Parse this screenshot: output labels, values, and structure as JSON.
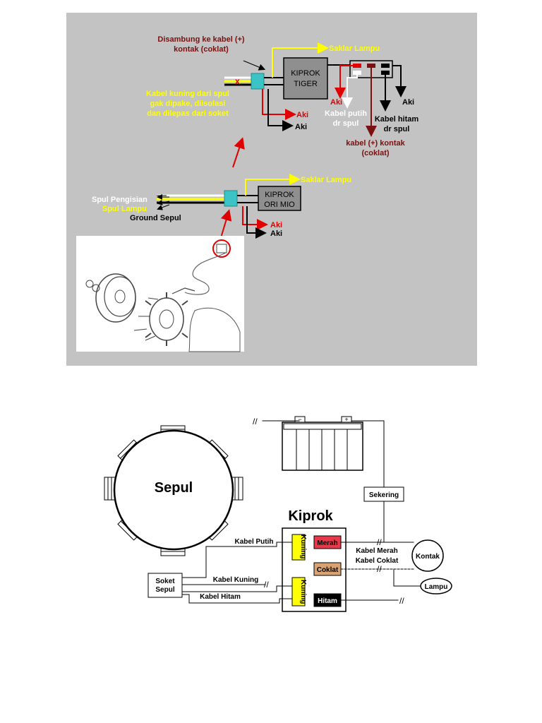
{
  "top_diagram": {
    "joined_note": [
      "Disambung ke kabel (+)",
      "kontak (coklat)"
    ],
    "sakelar_top": "Saklar Lampu",
    "kiprok_tiger": [
      "KIPROK",
      "TIGER"
    ],
    "x_mark": "x",
    "yellow_note": [
      "Kabel kuning dari spul",
      "gak dipake, diisolasi",
      "dan dilepas dari soket"
    ],
    "aki_red": "Aki",
    "aki_black": "Aki",
    "connector_aki_red": "Aki",
    "connector_aki_black": "Aki",
    "kabel_putih": [
      "Kabel putih",
      "dr spul"
    ],
    "kabel_hitam": [
      "Kabel hitam",
      "dr spul"
    ],
    "kabel_kontak": [
      "kabel (+) kontak",
      "(coklat)"
    ],
    "sakelar_bottom": "Saklar Lampu",
    "kiprok_ori": [
      "KIPROK",
      "ORI MIO"
    ],
    "spul_pengisian": "Spul Pengisian",
    "spul_lampu": "Spul Lampu",
    "ground_sepul": "Ground Sepul",
    "aki_red_2": "Aki",
    "aki_black_2": "Aki",
    "colors": {
      "panel": "#c3c3c3",
      "red": "#e00000",
      "yellow": "#ffff00",
      "dark_red": "#7b1010",
      "teal": "#3cc3c6"
    }
  },
  "schematic": {
    "sepul": "Sepul",
    "kiprok": "Kiprok",
    "battery_minus": "−",
    "battery_plus": "+",
    "sekering": "Sekering",
    "kontak": "Kontak",
    "lampu": "Lampu",
    "soket": [
      "Soket",
      "Sepul"
    ],
    "kabel_putih": "Kabel Putih",
    "kabel_kuning": "Kabel Kuning",
    "kabel_hitam": "Kabel Hitam",
    "kabel_merah": "Kabel Merah",
    "kabel_coklat": "Kabel Coklat",
    "terminal_kuning_1": "Kuning",
    "terminal_kuning_2": "Kuning",
    "terminal_merah": "Merah",
    "terminal_coklat": "Coklat",
    "terminal_hitam": "Hitam",
    "colors": {
      "merah": "#e8394a",
      "coklat": "#d7a373",
      "kuning": "#ffff00",
      "hitam": "#000000"
    }
  }
}
